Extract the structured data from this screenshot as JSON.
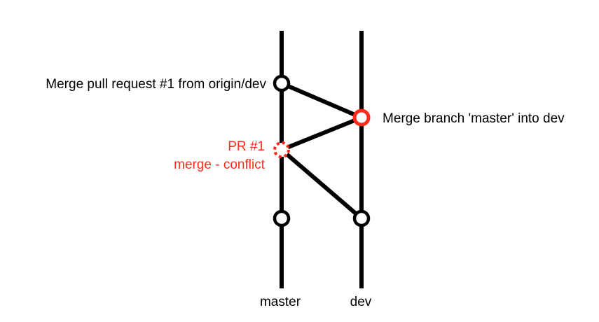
{
  "branches": [
    {
      "name": "master"
    },
    {
      "name": "dev"
    }
  ],
  "commits": [
    {
      "id": "master-top",
      "branch": "master",
      "label": "Merge pull request #1 from origin/dev",
      "status": "normal"
    },
    {
      "id": "dev-merge",
      "branch": "dev",
      "label": "Merge branch 'master' into dev",
      "status": "highlight"
    },
    {
      "id": "pr-conflict",
      "branch": "master",
      "label_lines": [
        "PR #1",
        "merge - conflict"
      ],
      "status": "conflict"
    },
    {
      "id": "master-base",
      "branch": "master",
      "label": "",
      "status": "normal"
    },
    {
      "id": "dev-base",
      "branch": "dev",
      "label": "",
      "status": "normal"
    }
  ],
  "edges": [
    {
      "from": "master-top",
      "to": "dev-merge"
    },
    {
      "from": "pr-conflict",
      "to": "dev-merge"
    },
    {
      "from": "pr-conflict",
      "to": "dev-base"
    }
  ],
  "colors": {
    "line": "#000000",
    "highlight": "#ff2a1a",
    "background": "#ffffff"
  }
}
